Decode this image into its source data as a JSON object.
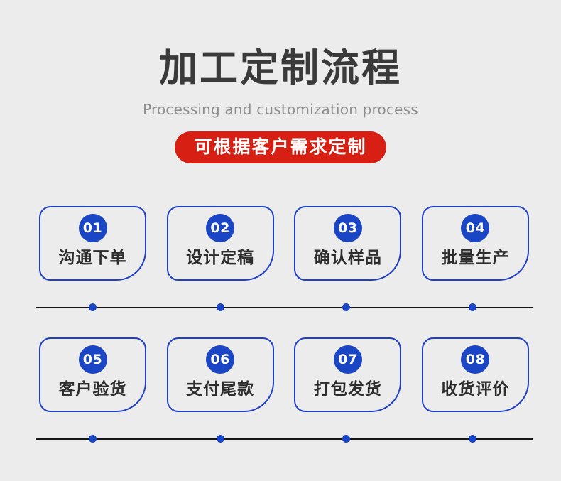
{
  "header": {
    "title": "加工定制流程",
    "subtitle": "Processing and customization process",
    "badge": "可根据客户需求定制"
  },
  "colors": {
    "background": "#ececec",
    "title": "#3a3a3a",
    "subtitle": "#8e8e8e",
    "badge_red": "#d81f13",
    "accent_blue": "#1a45c4",
    "card_border": "#1f3fc4",
    "connector_line": "#161616",
    "label_text": "#2d2d2d"
  },
  "steps": [
    {
      "number": "01",
      "label": "沟通下单"
    },
    {
      "number": "02",
      "label": "设计定稿"
    },
    {
      "number": "03",
      "label": "确认样品"
    },
    {
      "number": "04",
      "label": "批量生产"
    },
    {
      "number": "05",
      "label": "客户验货"
    },
    {
      "number": "06",
      "label": "支付尾款"
    },
    {
      "number": "07",
      "label": "打包发货"
    },
    {
      "number": "08",
      "label": "收货评价"
    }
  ]
}
